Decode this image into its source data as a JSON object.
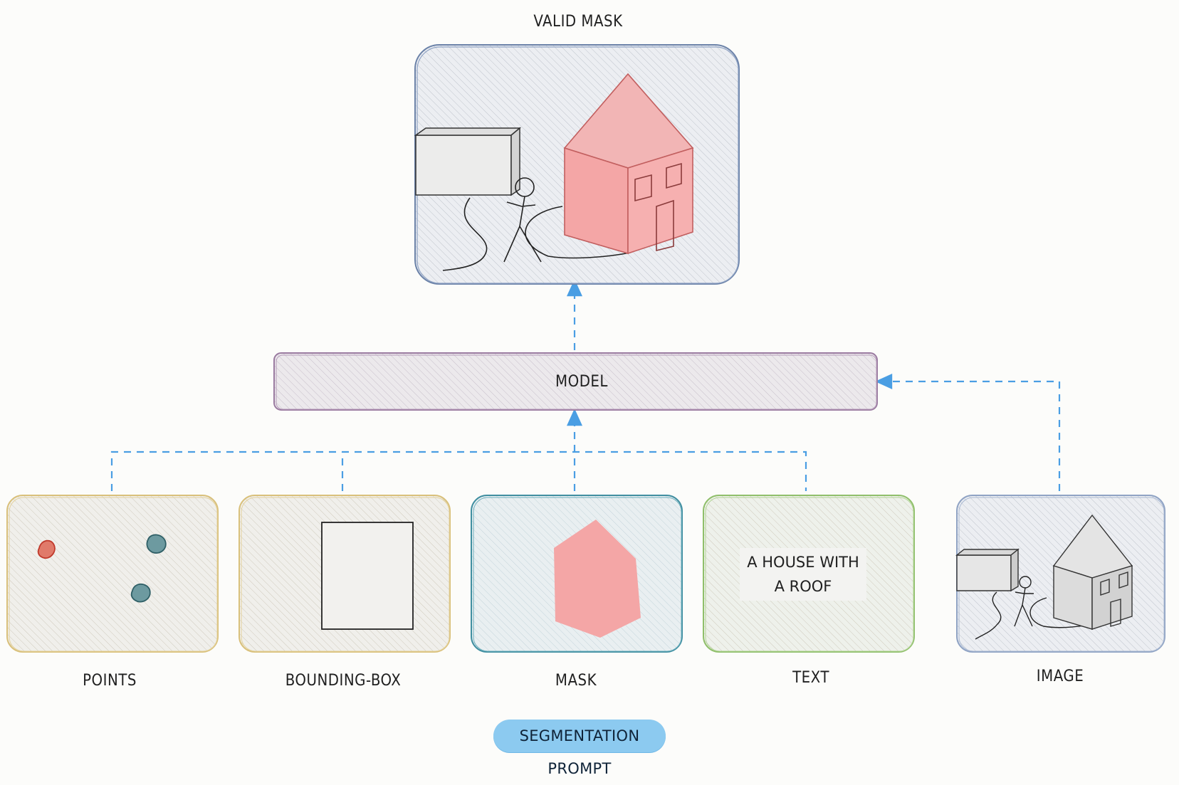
{
  "diagram": {
    "labels": {
      "valid_mask": "VALID MASK",
      "model": "MODEL",
      "points": "POINTS",
      "bounding_box": "BOUNDING-BOX",
      "mask": "MASK",
      "text": "TEXT",
      "image": "IMAGE",
      "segmentation_prompt": "SEGMENTATION PROMPT"
    },
    "text_prompt": "A HOUSE WITH A ROOF",
    "colors": {
      "arrow": "#4a9ee3",
      "valid_mask_border": "#6b82a8",
      "model_border": "#9a7aa0",
      "points_border": "#d9c07a",
      "bbox_border": "#d9c07a",
      "mask_border": "#3f8ea0",
      "text_border": "#8fbf6a",
      "image_border": "#8fa3c4",
      "mask_fill": "#f4a6a6",
      "prompt_pill": "#8ccaf0",
      "point_red": "#c0392b",
      "point_teal": "#2f5f66"
    }
  }
}
